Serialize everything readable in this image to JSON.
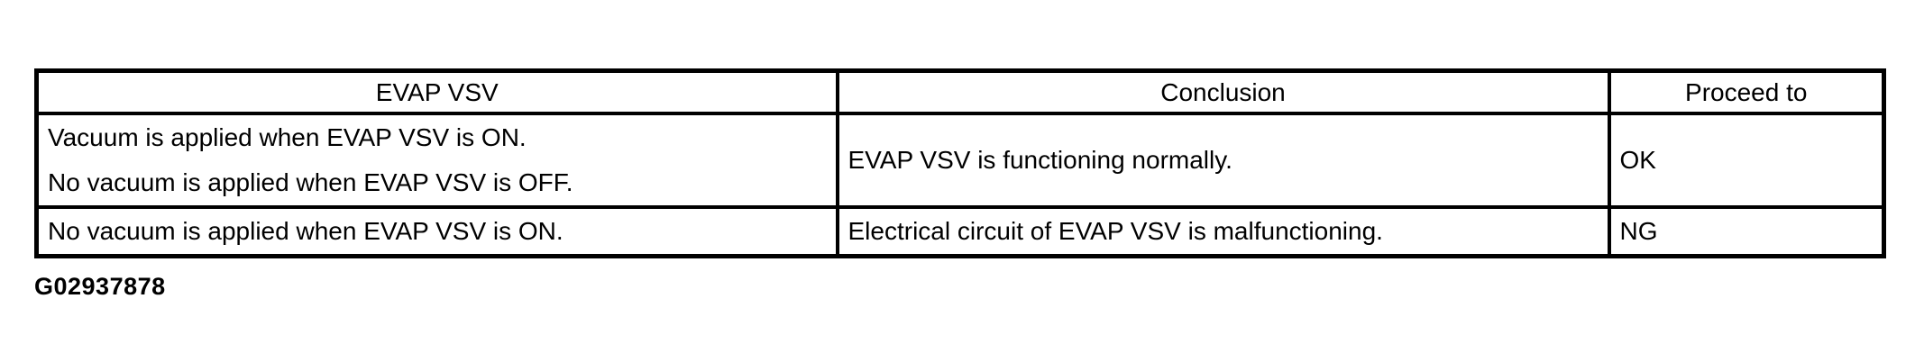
{
  "table": {
    "headers": [
      "EVAP VSV",
      "Conclusion",
      "Proceed to"
    ],
    "rows": [
      {
        "evap_vsv": [
          "Vacuum is applied when EVAP VSV is ON.",
          "No vacuum is applied when EVAP VSV is OFF."
        ],
        "conclusion": "EVAP VSV is functioning normally.",
        "proceed_to": "OK"
      },
      {
        "evap_vsv": [
          "No vacuum is applied when EVAP VSV is ON."
        ],
        "conclusion": "Electrical circuit of EVAP VSV is malfunctioning.",
        "proceed_to": "NG"
      }
    ]
  },
  "figure_id": "G02937878",
  "colors": {
    "text": "#000000",
    "background": "#ffffff",
    "border": "#000000"
  }
}
